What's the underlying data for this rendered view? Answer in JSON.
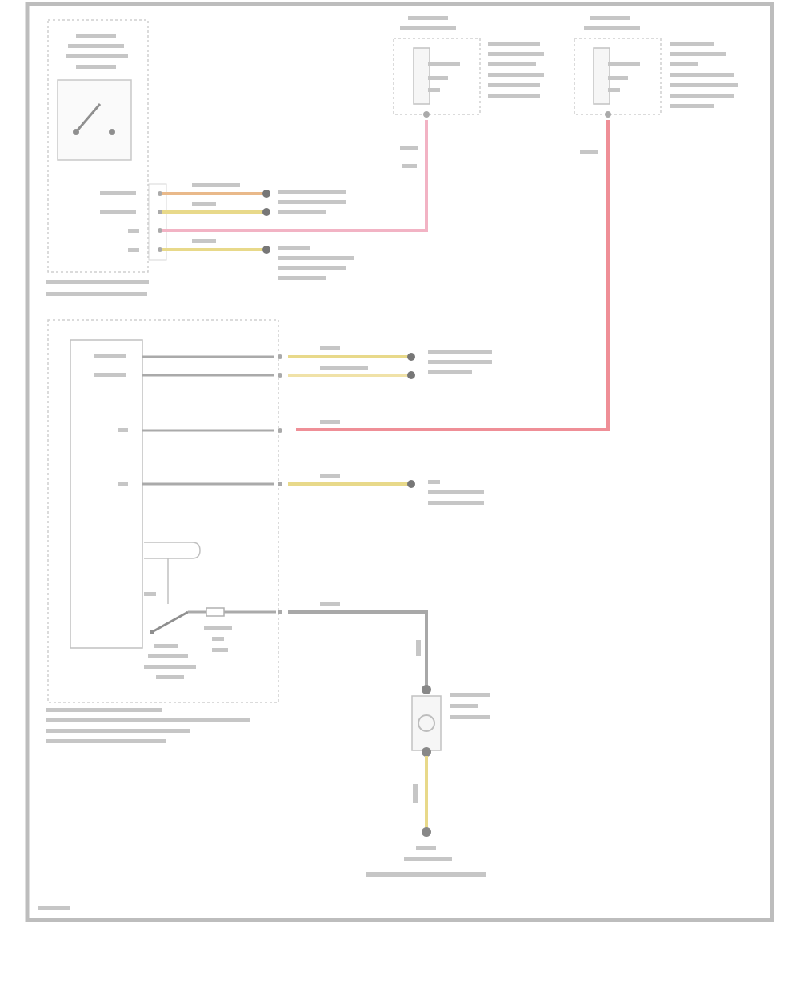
{
  "diagram": {
    "colors": {
      "frame": "#bdbdbd",
      "wire_gray": "#9e9e9e",
      "wire_yellow": "#e8d98a",
      "wire_orange": "#e9b98a",
      "wire_red": "#ef8f97",
      "wire_pink": "#f2b3c4",
      "component_outline": "#c8c8c8"
    },
    "blocks": [
      {
        "id": "switch-module",
        "text": "",
        "kind": "dotted-box"
      },
      {
        "id": "control-module",
        "text": "",
        "kind": "dotted-box"
      },
      {
        "id": "fuse-block-left",
        "text": "",
        "kind": "fuse-block"
      },
      {
        "id": "fuse-block-right",
        "text": "",
        "kind": "fuse-block"
      },
      {
        "id": "lamp",
        "text": "",
        "kind": "lamp"
      },
      {
        "id": "ground",
        "text": "",
        "kind": "ground"
      }
    ],
    "wire_count": 12,
    "corner_text": ""
  }
}
